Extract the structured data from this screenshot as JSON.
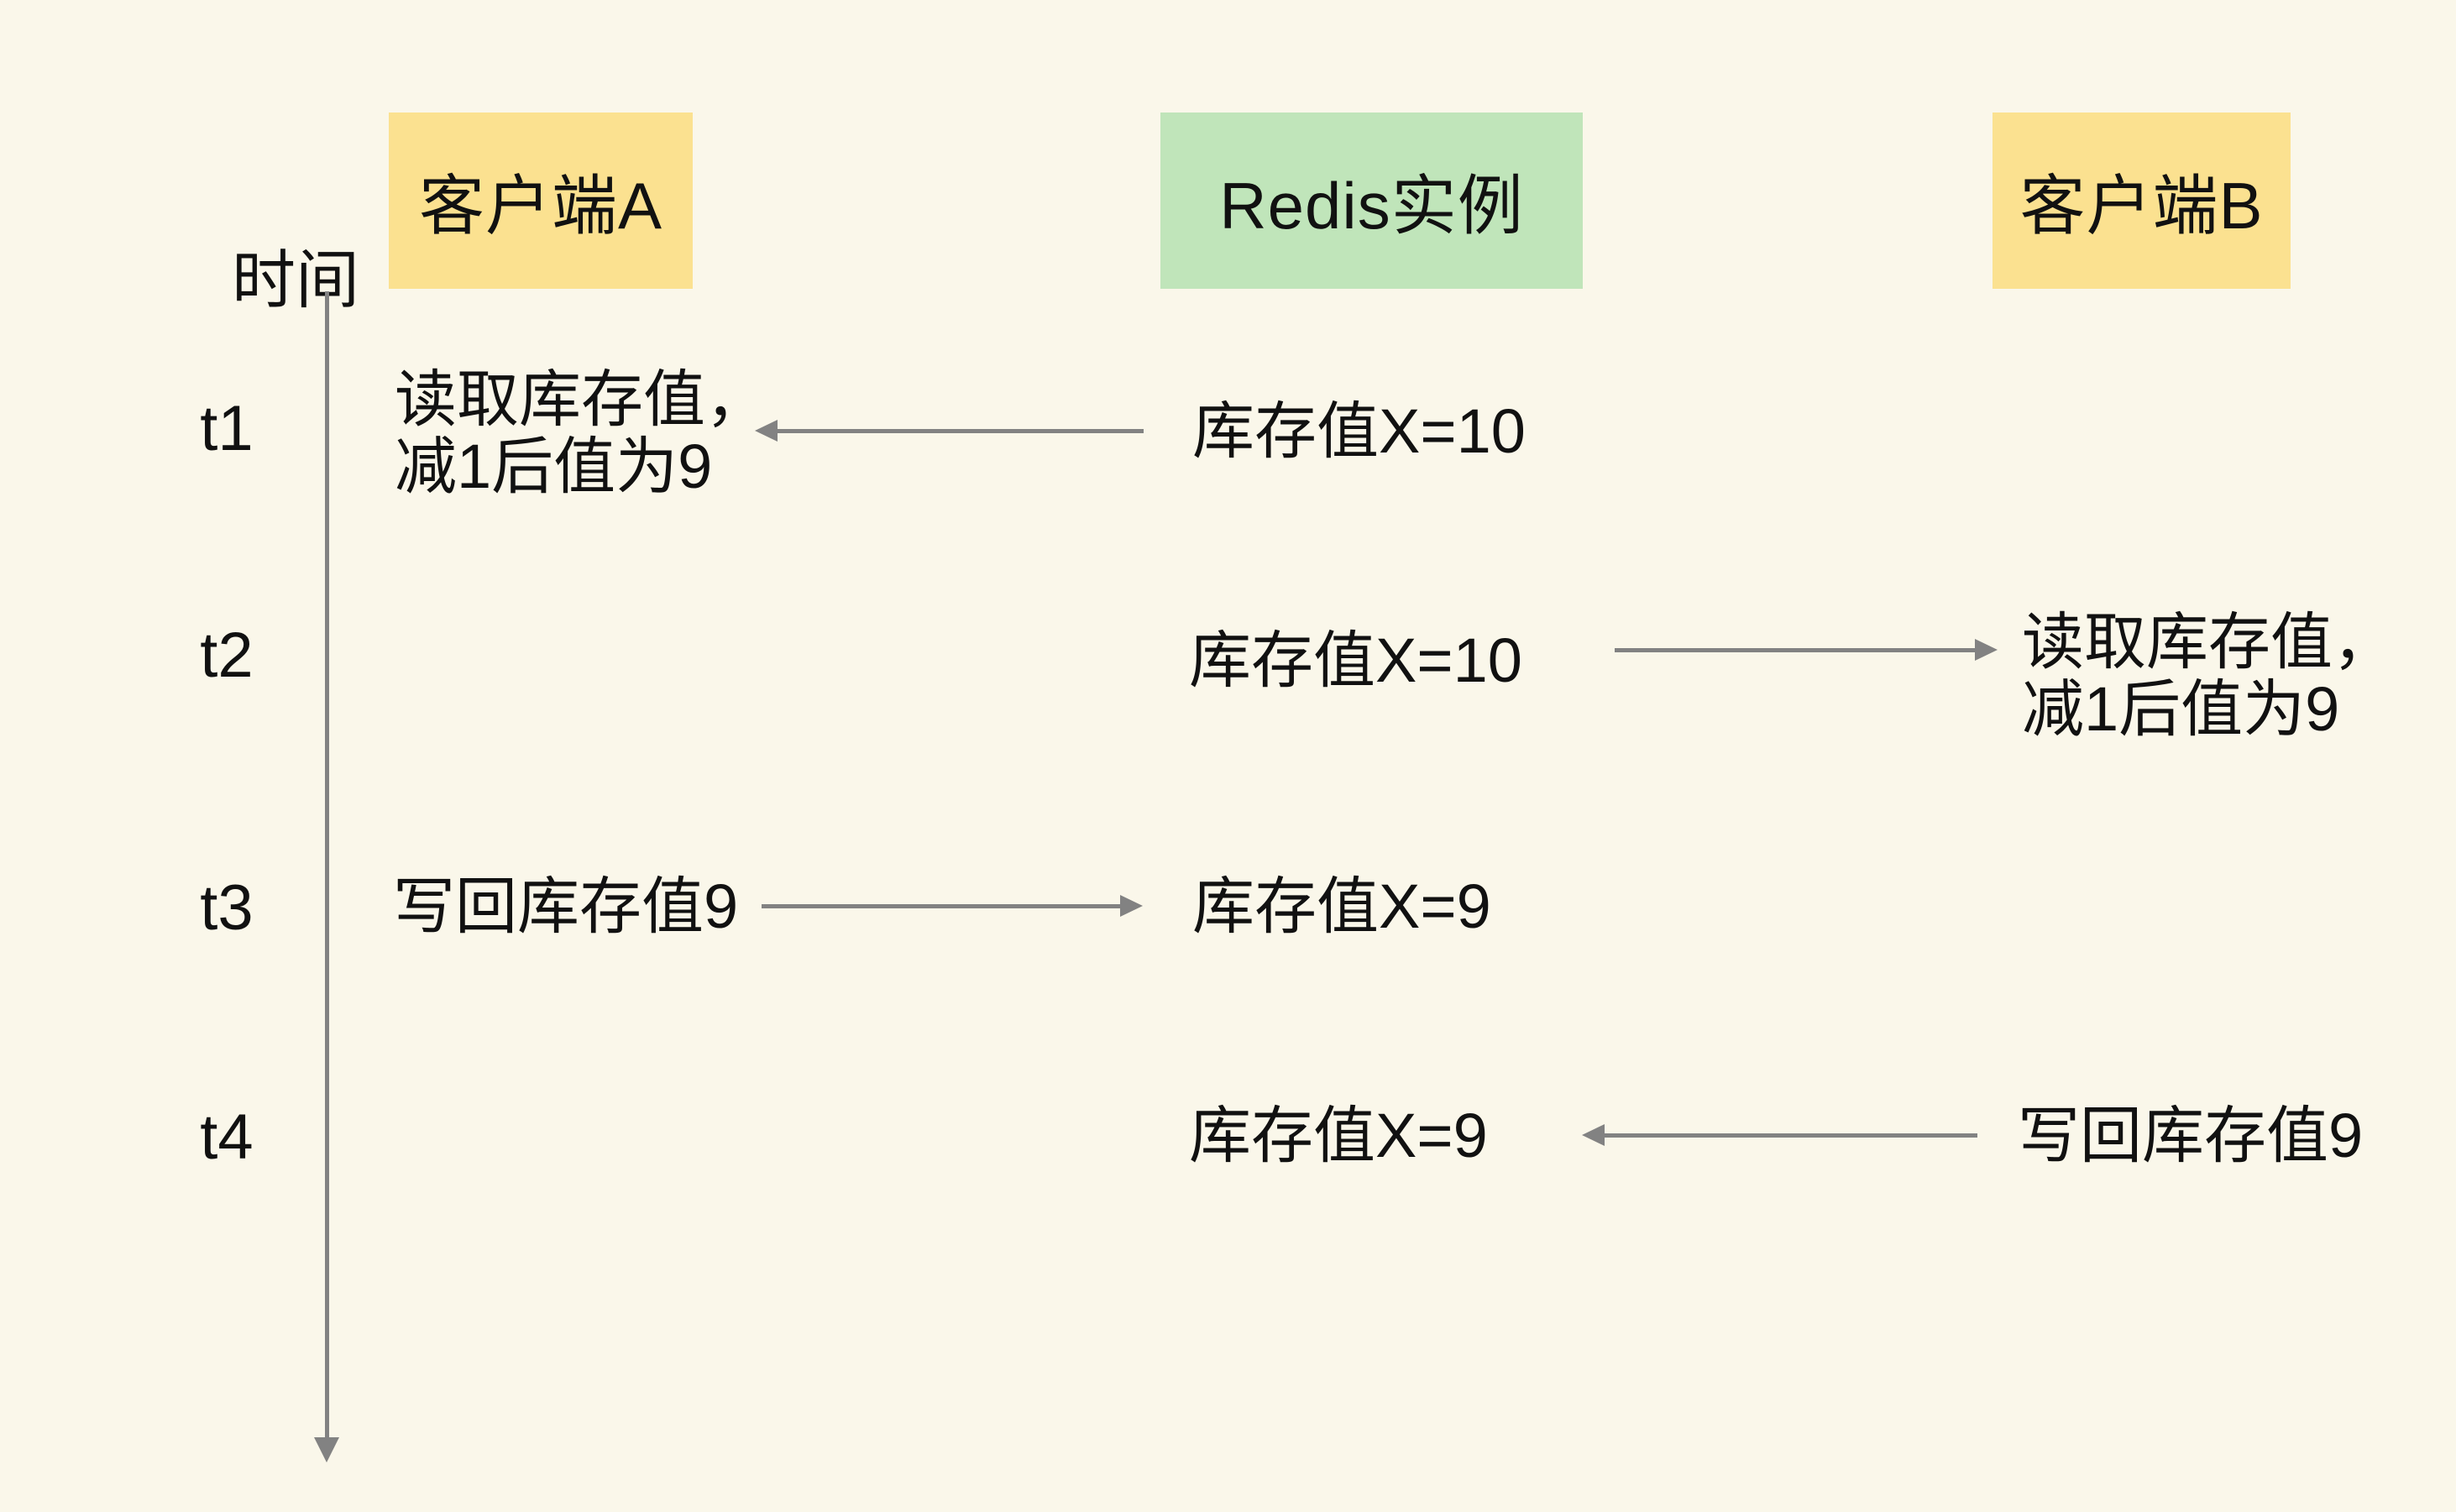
{
  "colors": {
    "background": "#FAF7EA",
    "client_box": "#FBE190",
    "redis_box": "#C0E5BA",
    "arrow": "#828282",
    "text": "#111111"
  },
  "timeline": {
    "axis_label": "时间",
    "ticks": [
      "t1",
      "t2",
      "t3",
      "t4"
    ]
  },
  "actors": [
    {
      "id": "client-a",
      "label": "客户端A"
    },
    {
      "id": "redis",
      "label": "Redis实例"
    },
    {
      "id": "client-b",
      "label": "客户端B"
    }
  ],
  "events": [
    {
      "tick": "t1",
      "client_a_text": "读取库存值，\n减1后值为9",
      "redis_text": "库存值X=10",
      "arrow": "redis-to-client-a"
    },
    {
      "tick": "t2",
      "redis_text": "库存值X=10",
      "client_b_text": "读取库存值，\n减1后值为9",
      "arrow": "redis-to-client-b"
    },
    {
      "tick": "t3",
      "client_a_text": "写回库存值9",
      "redis_text": "库存值X=9",
      "arrow": "client-a-to-redis"
    },
    {
      "tick": "t4",
      "redis_text": "库存值X=9",
      "client_b_text": "写回库存值9",
      "arrow": "client-b-to-redis"
    }
  ]
}
